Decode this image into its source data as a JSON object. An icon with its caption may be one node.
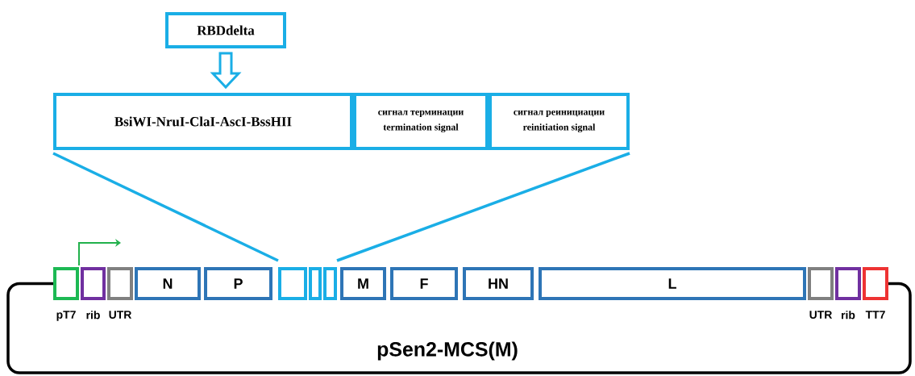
{
  "diagram": {
    "title": "pSen2-MCS(M)",
    "nodes": [
      {
        "text": [
          "RBDdelta"
        ]
      },
      {
        "text": [
          "BsiWI-NruI-ClaI-AscI-BssHII"
        ]
      },
      {
        "text": [
          "сигнал терминации",
          "termination signal"
        ]
      },
      {
        "text": [
          "сигнал реинициации",
          "reinitiation signal"
        ]
      },
      {
        "text": [],
        "shape": "box",
        "beside": [
          "pT7"
        ]
      },
      {
        "text": [],
        "shape": "box",
        "beside": [
          "rib"
        ]
      },
      {
        "text": [],
        "shape": "box",
        "beside": [
          "UTR"
        ]
      },
      {
        "text": [
          "N"
        ]
      },
      {
        "text": [
          "P"
        ]
      },
      {
        "text": [],
        "shape": "box"
      },
      {
        "text": [],
        "shape": "box"
      },
      {
        "text": [],
        "shape": "box"
      },
      {
        "text": [
          "M"
        ]
      },
      {
        "text": [
          "F"
        ]
      },
      {
        "text": [
          "HN"
        ]
      },
      {
        "text": [
          "L"
        ]
      },
      {
        "text": [],
        "shape": "box",
        "beside": [
          "UTR"
        ]
      },
      {
        "text": [],
        "shape": "box",
        "beside": [
          "rib"
        ]
      },
      {
        "text": [],
        "shape": "box",
        "beside": [
          "TT7"
        ]
      }
    ],
    "edges": [
      {
        "from": 0,
        "to": 1,
        "arrow": "to"
      },
      {
        "from": 1,
        "to": 9,
        "arrow": "none"
      },
      {
        "from": 3,
        "to": 11,
        "arrow": "none"
      },
      {
        "from": 4,
        "to": null,
        "arrow": "to",
        "color": "#22b14c"
      },
      {
        "from": 18,
        "to": 4,
        "arrow": "none",
        "color": "#000000"
      }
    ]
  }
}
